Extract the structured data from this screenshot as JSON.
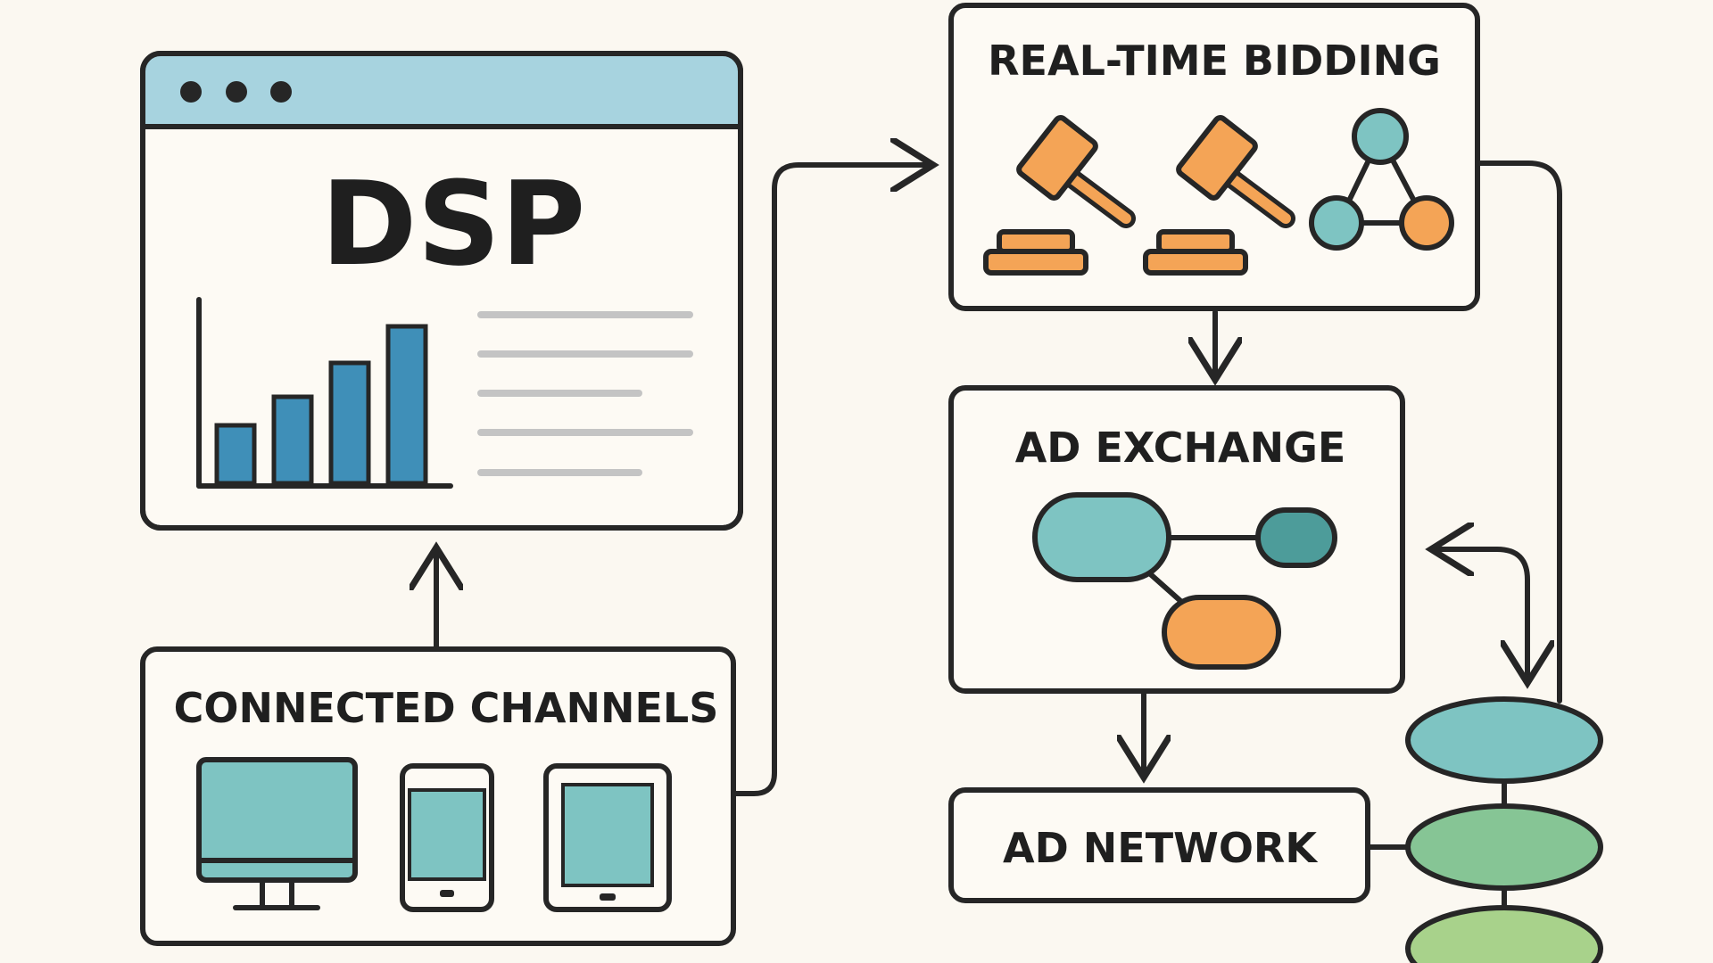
{
  "diagram": {
    "dsp": {
      "title": "DSP"
    },
    "rtb": {
      "title": "REAL-TIME BIDDING"
    },
    "exchange": {
      "title": "AD EXCHANGE"
    },
    "network": {
      "title": "AD NETWORK"
    },
    "channels": {
      "title": "CONNECTED CHANNELS"
    }
  },
  "colors": {
    "background": "#fbf8f1",
    "teal": "#7ec4c2",
    "orange": "#f4a456",
    "blue": "#3f8fb8",
    "green": "#86c595"
  },
  "icons": [
    "browser-window-icon",
    "bar-chart-icon",
    "gavel-icon",
    "network-graph-icon",
    "flow-node-icon",
    "monitor-icon",
    "phone-icon",
    "tablet-icon",
    "database-stack-icon"
  ]
}
